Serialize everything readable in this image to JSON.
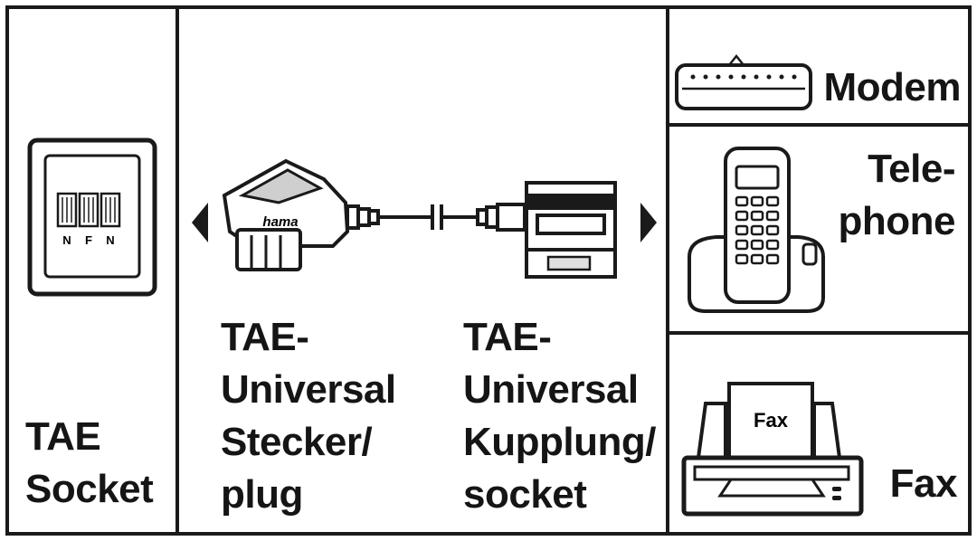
{
  "socket_panel": {
    "label": "TAE\nSocket",
    "jack_letters": [
      "N",
      "F",
      "N"
    ]
  },
  "connector_panel": {
    "plug_label": "TAE-\nUniversal\nStecker/\nplug",
    "socket_label": "TAE-\nUniversal\nKupplung/\nsocket",
    "brand": "hama"
  },
  "devices": {
    "modem": {
      "label": "Modem"
    },
    "telephone": {
      "label": "Tele-\nphone"
    },
    "fax": {
      "label": "Fax",
      "paper_text": "Fax"
    }
  },
  "colors": {
    "line": "#1a1a1a",
    "background": "#ffffff"
  }
}
